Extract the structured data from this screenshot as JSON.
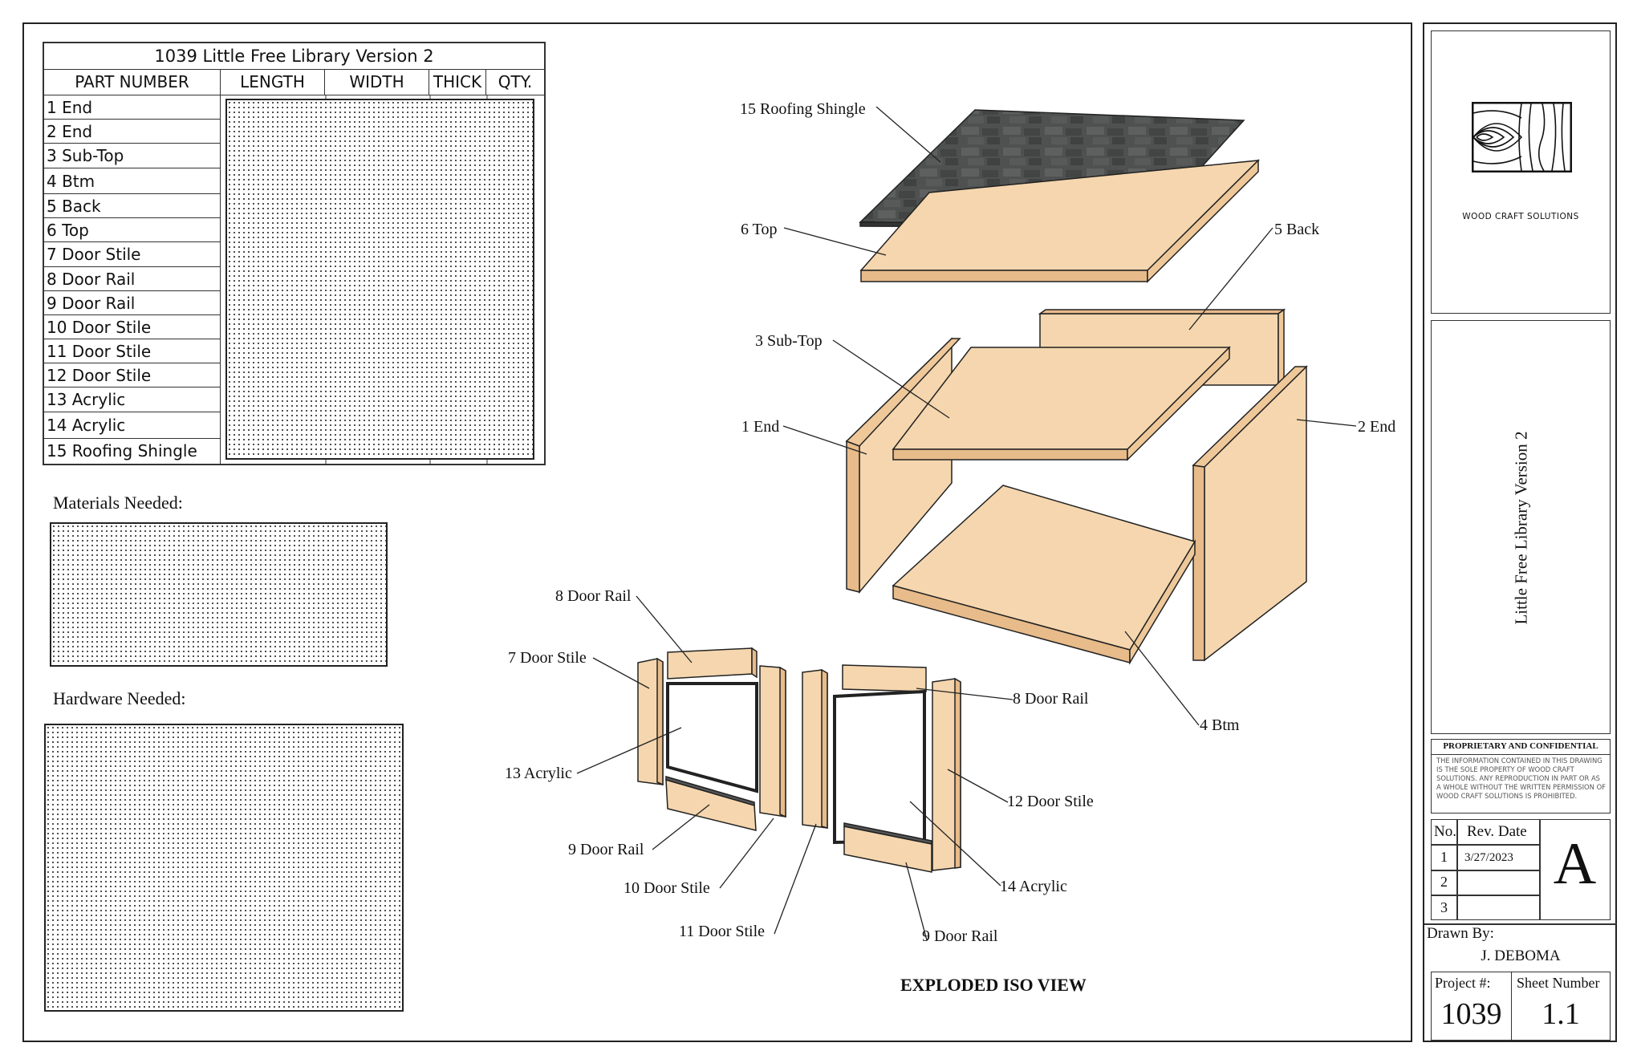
{
  "cut_list": {
    "title": "1039 Little Free Library Version 2",
    "columns": [
      "PART NUMBER",
      "LENGTH",
      "WIDTH",
      "THICK",
      "QTY."
    ],
    "parts": [
      "1 End",
      "2 End",
      "3 Sub-Top",
      "4 Btm",
      "5 Back",
      "6 Top",
      "7 Door Stile",
      "8 Door Rail",
      "9 Door Rail",
      "10 Door Stile",
      "11 Door Stile",
      "12 Door Stile",
      "13 Acrylic",
      "14 Acrylic",
      "15 Roofing Shingle"
    ]
  },
  "materials": {
    "label": "Materials Needed:"
  },
  "hardware": {
    "label": "Hardware Needed:"
  },
  "drawing": {
    "view_title": "EXPLODED ISO VIEW",
    "callouts": {
      "roofing_shingle": "15 Roofing Shingle",
      "top": "6 Top",
      "back": "5 Back",
      "sub_top": "3 Sub-Top",
      "end_left": "1 End",
      "end_right": "2 End",
      "bottom": "4 Btm",
      "door_rail_8_left": "8 Door Rail",
      "door_stile_7": "7 Door Stile",
      "acrylic_13": "13 Acrylic",
      "door_rail_9_left": "9 Door Rail",
      "door_stile_10": "10 Door Stile",
      "door_stile_11": "11 Door Stile",
      "door_rail_9_right": "9 Door Rail",
      "acrylic_14": "14 Acrylic",
      "door_stile_12": "12 Door Stile",
      "door_rail_8_right": "8 Door Rail"
    }
  },
  "title_block": {
    "company": "WOOD CRAFT SOLUTIONS",
    "drawing_title": "Little Free Library Version 2",
    "proprietary_heading": "PROPRIETARY AND CONFIDENTIAL",
    "proprietary_text": "THE INFORMATION CONTAINED IN THIS DRAWING IS THE SOLE PROPERTY OF WOOD CRAFT SOLUTIONS. ANY REPRODUCTION IN PART OR AS A WHOLE WITHOUT THE WRITTEN PERMISSION OF WOOD CRAFT SOLUTIONS IS PROHIBITED.",
    "rev_no_label": "No.",
    "rev_date_label": "Rev. Date",
    "revisions": [
      {
        "no": "1",
        "date": "3/27/2023"
      },
      {
        "no": "2",
        "date": ""
      },
      {
        "no": "3",
        "date": ""
      }
    ],
    "revision_letter": "A",
    "drawn_by_label": "Drawn By:",
    "drawn_by": "J. DEBOMA",
    "project_label": "Project #:",
    "project_number": "1039",
    "sheet_label": "Sheet Number",
    "sheet_number": "1.1"
  },
  "colors": {
    "wood_face": "#f5d6ae",
    "wood_edge": "#e7bb8a",
    "wood_side": "#efc89a",
    "shingle": "#4e5150",
    "line": "#222222"
  }
}
